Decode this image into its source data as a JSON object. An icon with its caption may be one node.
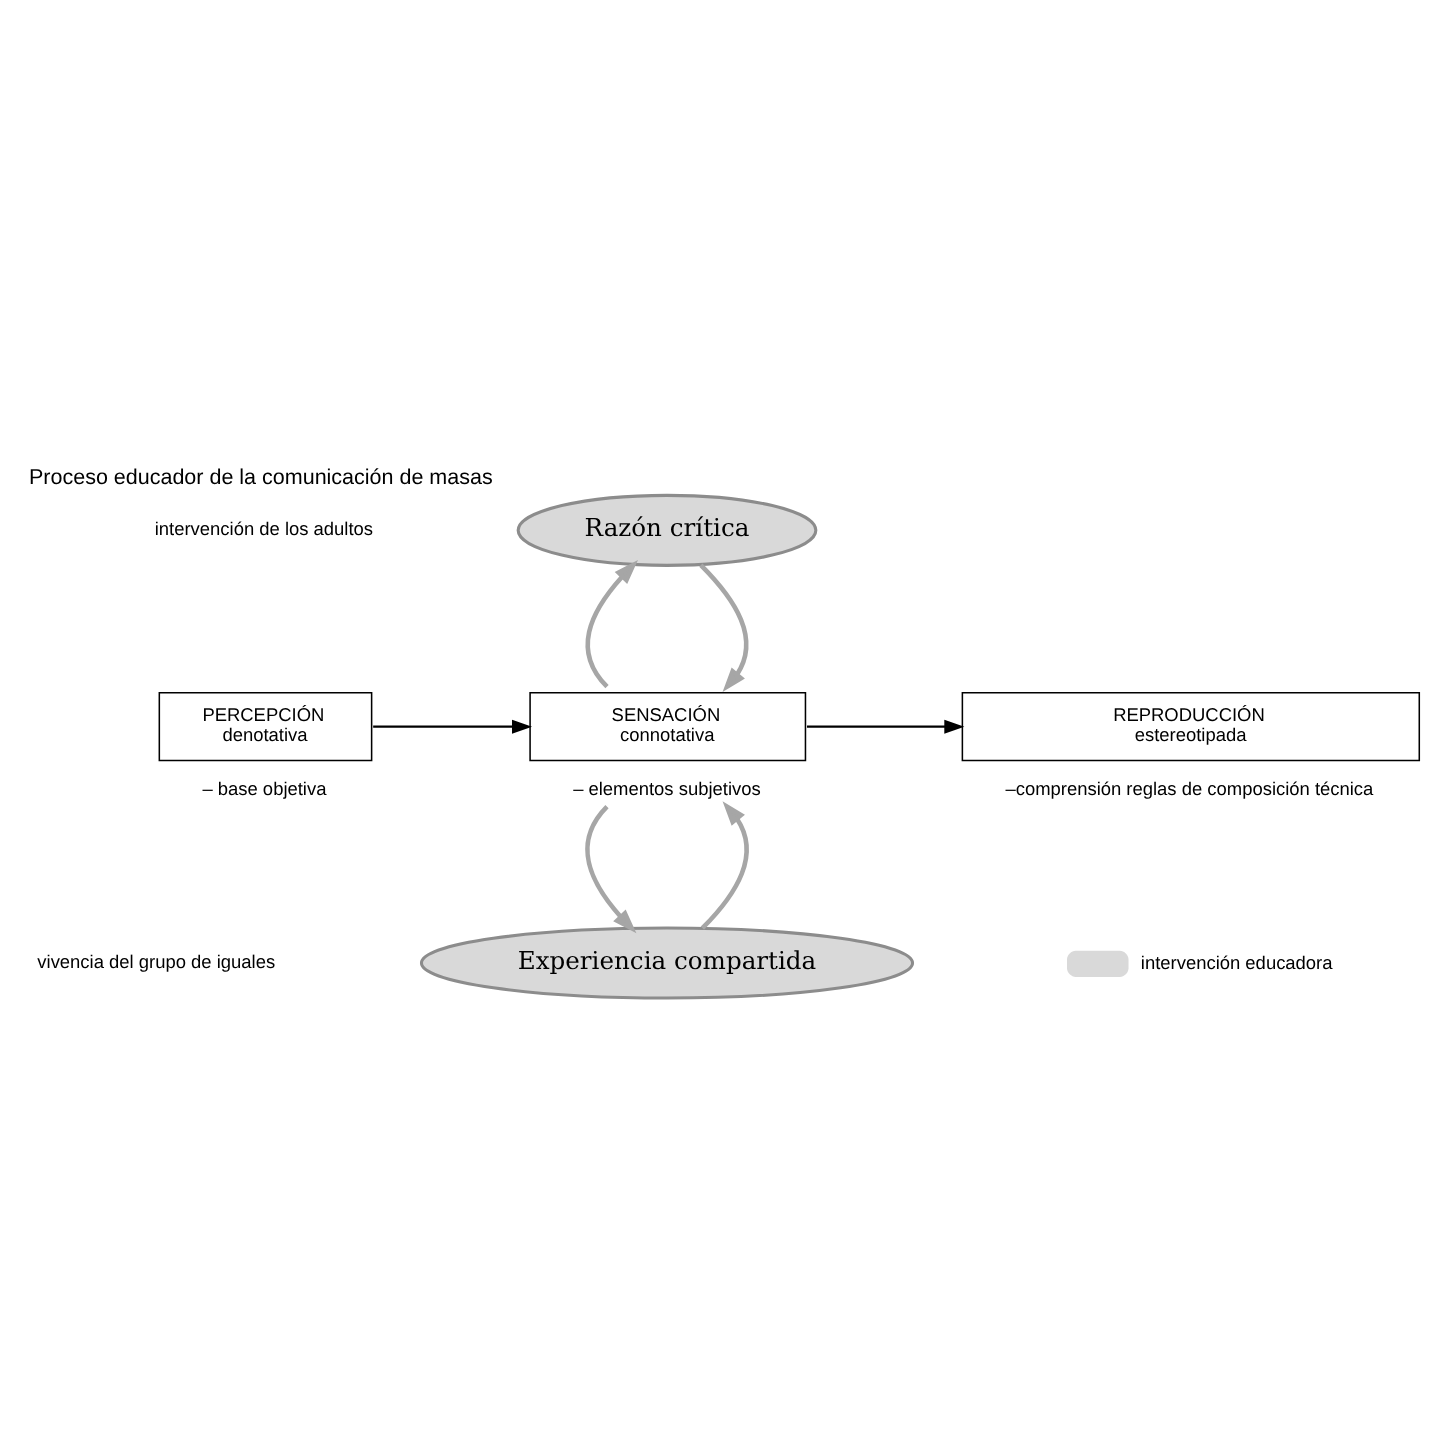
{
  "diagram": {
    "title": "Proceso educador de la comunicación de masas",
    "nodes": [
      {
        "text": [
          "Razón crítica"
        ]
      },
      {
        "text": [
          "PERCEPCIÓN",
          "denotativa"
        ],
        "beside": [
          "– base objetiva"
        ]
      },
      {
        "text": [
          "SENSACIÓN",
          "connotativa"
        ],
        "beside": [
          "– elementos subjetivos"
        ]
      },
      {
        "text": [
          "REPRODUCCIÓN",
          "estereotipada"
        ],
        "beside": [
          "–comprensión reglas de composición técnica"
        ]
      },
      {
        "text": [
          "Experiencia compartida"
        ]
      }
    ],
    "edges": [
      {
        "from": 1,
        "to": 2,
        "arrow": "to",
        "color": "#000000"
      },
      {
        "from": 2,
        "to": 3,
        "arrow": "to",
        "color": "#000000"
      },
      {
        "from": 2,
        "to": 0,
        "arrow": "to"
      },
      {
        "from": 0,
        "to": 2,
        "arrow": "to"
      },
      {
        "from": 2,
        "to": 4,
        "arrow": "to"
      },
      {
        "from": 4,
        "to": 2,
        "arrow": "to"
      }
    ],
    "labels": [
      "intervención de los adultos",
      "vivencia del grupo de iguales"
    ],
    "legend": [
      {
        "text": "intervención educadora",
        "color": "#d9d9d9"
      }
    ]
  }
}
